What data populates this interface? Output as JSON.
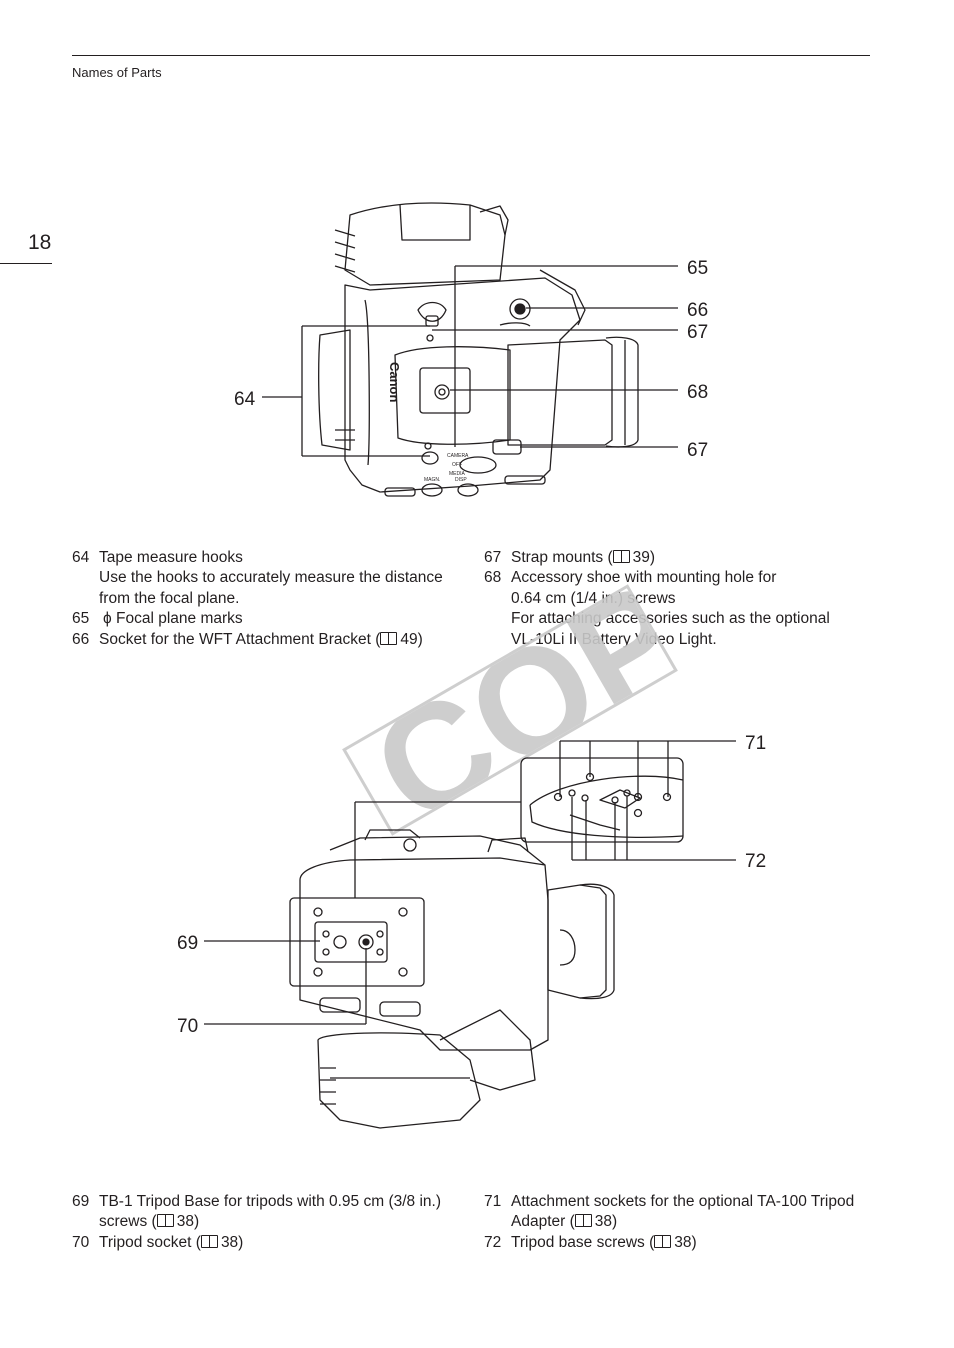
{
  "header": {
    "section_title": "Names of Parts"
  },
  "page_number": "18",
  "watermark": "COPY",
  "figure1": {
    "callouts": [
      "64",
      "65",
      "66",
      "67",
      "68",
      "67"
    ],
    "body_text": [
      "Canon",
      "CAMERA",
      "OFF",
      "MEDIA",
      "MAGN.",
      "DISP"
    ]
  },
  "figure2": {
    "callouts": [
      "69",
      "70",
      "71",
      "72"
    ]
  },
  "descriptions1": {
    "left": [
      {
        "num": "64",
        "text": "Tape measure hooks",
        "sub": [
          "Use the hooks to accurately measure the distance",
          "from the focal plane."
        ]
      },
      {
        "num": "65",
        "symbol": "ϕ",
        "text": "Focal plane marks"
      },
      {
        "num": "66",
        "text": "Socket for the WFT Attachment Bracket (",
        "ref": "49)"
      }
    ],
    "right": [
      {
        "num": "67",
        "text": "Strap mounts (",
        "ref": "39)"
      },
      {
        "num": "68",
        "text": "Accessory shoe with mounting hole for",
        "sub": [
          "0.64 cm (1/4 in.) screws",
          "For attaching accessories such as the optional",
          "VL-10Li II Battery Video Light."
        ]
      }
    ]
  },
  "descriptions2": {
    "left": [
      {
        "num": "69",
        "text": "TB-1 Tripod Base for tripods with 0.95 cm (3/8 in.)",
        "cont": "screws (",
        "ref": "38)"
      },
      {
        "num": "70",
        "text": "Tripod socket (",
        "ref": "38)"
      }
    ],
    "right": [
      {
        "num": "71",
        "text": "Attachment sockets for the optional TA-100 Tripod",
        "cont": "Adapter (",
        "ref": "38)"
      },
      {
        "num": "72",
        "text": "Tripod base screws (",
        "ref": "38)"
      }
    ]
  }
}
